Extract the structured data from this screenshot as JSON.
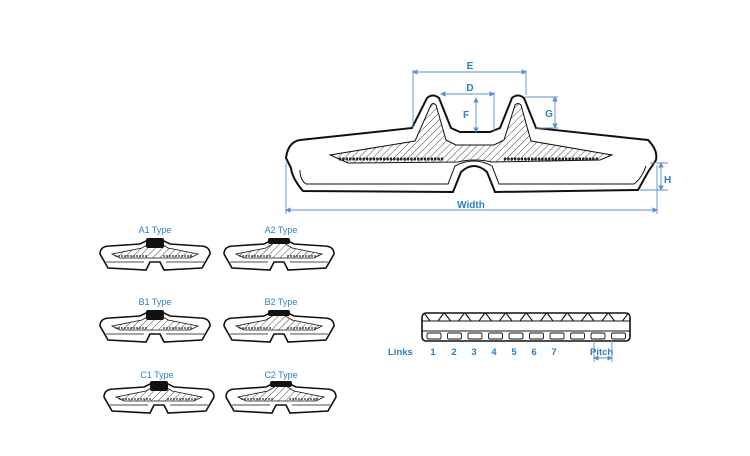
{
  "main_section": {
    "dimension_labels": {
      "e": "E",
      "d": "D",
      "f": "F",
      "g": "G",
      "h": "H",
      "width": "Width"
    }
  },
  "types": [
    {
      "label": "A1 Type"
    },
    {
      "label": "A2 Type"
    },
    {
      "label": "B1 Type"
    },
    {
      "label": "B2 Type"
    },
    {
      "label": "C1 Type"
    },
    {
      "label": "C2 Type"
    }
  ],
  "links_view": {
    "links_label": "Links",
    "link_numbers": [
      "1",
      "2",
      "3",
      "4",
      "5",
      "6",
      "7"
    ],
    "pitch_label": "Pitch"
  },
  "colors": {
    "label_blue": "#2a7fc6",
    "dimension_line": "#5b8fd0",
    "outline": "#111111"
  }
}
